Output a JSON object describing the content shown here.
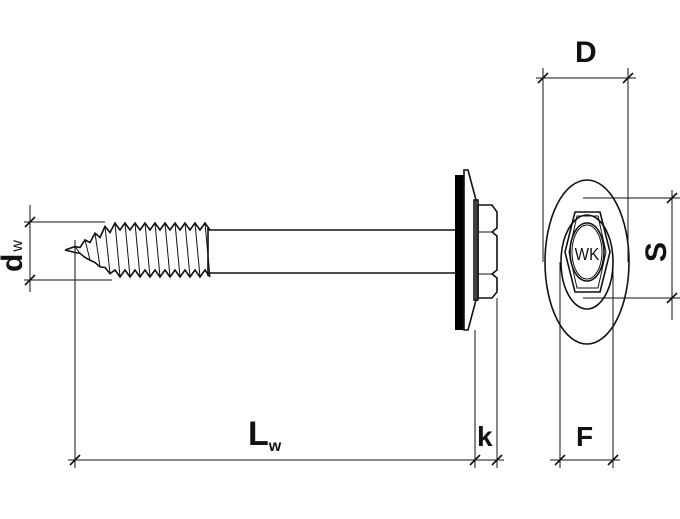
{
  "labels": {
    "d": "d",
    "d_sub": "w",
    "L": "L",
    "L_sub": "w",
    "k": "k",
    "D": "D",
    "S": "S",
    "F": "F",
    "head_marking": "WK"
  },
  "colors": {
    "line": "#111111",
    "washer_seal": "#000000"
  }
}
